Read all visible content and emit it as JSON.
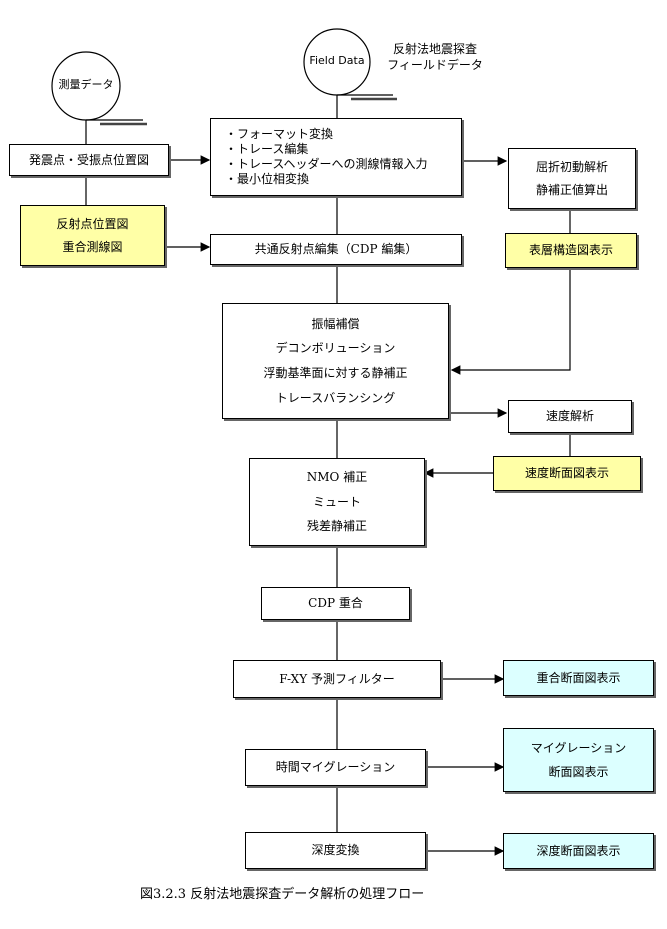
{
  "terminals": {
    "field_data": "Field Data",
    "field_data_note": [
      "反射法地震探査",
      "フィールドデータ"
    ],
    "survey_data": "測量データ"
  },
  "boxes": {
    "source_receiver_map": "発震点・受振点位置図",
    "format_steps": [
      "・フォーマット変換",
      "・トレース編集",
      "・トレースヘッダーへの測線情報入力",
      "・最小位相変換"
    ],
    "refraction_analysis": [
      "屈折初動解析",
      "静補正値算出"
    ],
    "reflection_point_maps": [
      "反射点位置図",
      "重合測線図"
    ],
    "cdp_sort": "共通反射点編集（CDP 編集）",
    "surface_structure_display": "表層構造図表示",
    "amplitude_steps": [
      "振幅補償",
      "デコンボリューション",
      "浮動基準面に対する静補正",
      "トレースバランシング"
    ],
    "velocity_analysis": "速度解析",
    "velocity_section_display": "速度断面図表示",
    "nmo_steps": [
      "NMO 補正",
      "ミュート",
      "残差静補正"
    ],
    "cdp_stack": "CDP 重合",
    "fxy_filter": "F-XY 予測フィルター",
    "stack_section_display": "重合断面図表示",
    "time_migration": "時間マイグレーション",
    "migration_section_display": [
      "マイグレーション",
      "断面図表示"
    ],
    "depth_conversion": "深度変換",
    "depth_section_display": "深度断面図表示"
  },
  "caption": "図3.2.3 反射法地震探査データ解析の処理フロー",
  "colors": {
    "yellow_box": "#ffffa6",
    "cyan_box": "#dcffff",
    "line": "#000000"
  }
}
